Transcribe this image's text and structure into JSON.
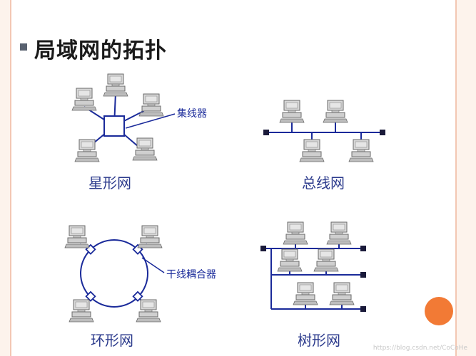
{
  "slide": {
    "title": "局域网的拓扑",
    "watermark": "https://blog.csdn.net/CoCoHe"
  },
  "topologies": {
    "star": {
      "caption": "星形网",
      "callout": "集线器"
    },
    "bus": {
      "caption": "总线网"
    },
    "ring": {
      "caption": "环形网",
      "callout": "干线耦合器"
    },
    "tree": {
      "caption": "树形网"
    }
  },
  "colors": {
    "line": "#1a2a9a",
    "caption": "#2b3a8c",
    "accent": "#f27a35",
    "frame": "#f3c7b3"
  },
  "icons": {
    "computer": "computer-icon"
  }
}
